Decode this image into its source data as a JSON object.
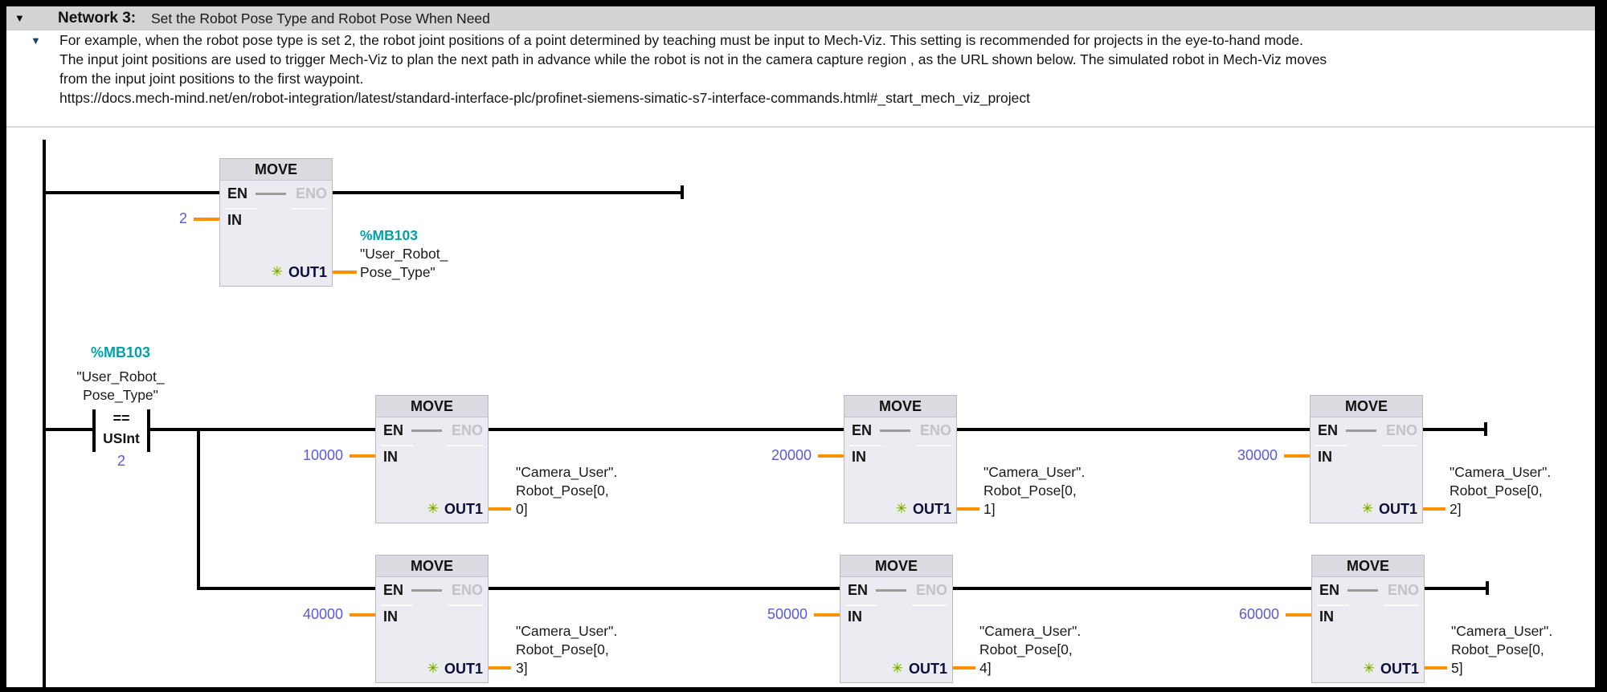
{
  "network": {
    "collapse_icon": "▼",
    "title": "Network 3:",
    "subtitle": "Set the Robot Pose Type and Robot Pose When Need"
  },
  "comment": {
    "collapse_icon": "▼",
    "lines": [
      "For example, when the robot pose type is set 2, the robot joint positions of a point determined by teaching must be input to Mech-Viz. This setting is recommended for projects in the eye-to-hand mode.",
      "The input joint positions are used to trigger Mech-Viz to plan the next path in advance while the robot is not in the camera capture region , as the URL shown below. The simulated robot in Mech-Viz moves",
      "from the input joint positions to the first waypoint.",
      "https://docs.mech-mind.net/en/robot-integration/latest/standard-interface-plc/profinet-siemens-simatic-s7-interface-commands.html#_start_mech_viz_project"
    ]
  },
  "labels": {
    "move": "MOVE",
    "en": "EN",
    "eno": "ENO",
    "in": "IN",
    "out1": "OUT1",
    "value_status_icon": "✳"
  },
  "contact": {
    "address": "%MB103",
    "name_line1": "\"User_Robot_",
    "name_line2": "Pose_Type\"",
    "operator": "==",
    "data_type": "USInt",
    "compare_value": "2"
  },
  "blocks": [
    {
      "in_value": "2",
      "operand_line1": "%MB103",
      "operand_line2": "\"User_Robot_",
      "operand_line3": "Pose_Type\""
    },
    {
      "in_value": "10000",
      "operand_line1": "\"Camera_User\".",
      "operand_line2": "Robot_Pose[0,",
      "operand_line3": "0]"
    },
    {
      "in_value": "20000",
      "operand_line1": "\"Camera_User\".",
      "operand_line2": "Robot_Pose[0,",
      "operand_line3": "1]"
    },
    {
      "in_value": "30000",
      "operand_line1": "\"Camera_User\".",
      "operand_line2": "Robot_Pose[0,",
      "operand_line3": "2]"
    },
    {
      "in_value": "40000",
      "operand_line1": "\"Camera_User\".",
      "operand_line2": "Robot_Pose[0,",
      "operand_line3": "3]"
    },
    {
      "in_value": "50000",
      "operand_line1": "\"Camera_User\".",
      "operand_line2": "Robot_Pose[0,",
      "operand_line3": "4]"
    },
    {
      "in_value": "60000",
      "operand_line1": "\"Camera_User\".",
      "operand_line2": "Robot_Pose[0,",
      "operand_line3": "5]"
    }
  ],
  "colors": {
    "wire_orange": "#FF9100",
    "constant_blue": "#5A5AD9",
    "address_teal": "#00A0AC",
    "status_green": "#6F9A00",
    "header_gray": "#D3D3D3",
    "block_fill": "#ECEBF1",
    "block_header": "#DCDBE2"
  }
}
